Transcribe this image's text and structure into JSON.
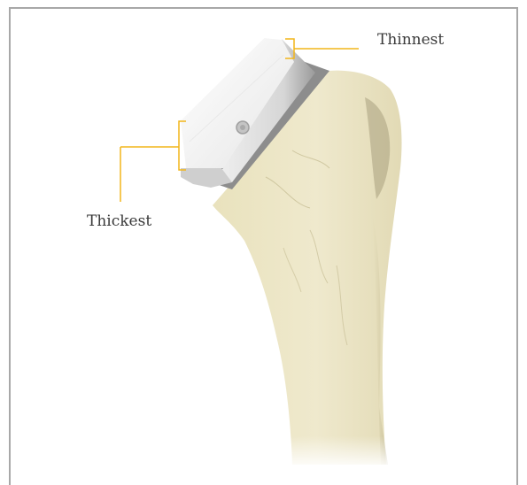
{
  "labels": {
    "thinnest": "Thinnest",
    "thickest": "Thickest"
  },
  "colors": {
    "frame_border": "#a8a8a8",
    "leader_line": "#f2b51a",
    "bone": "#ece6c4",
    "implant": "#f4f4f4",
    "implant_side": "#bdbdbd",
    "label_text": "#3a3a3a"
  },
  "icons": {
    "implant": "humeral-head-implant",
    "bone": "humerus-bone"
  }
}
